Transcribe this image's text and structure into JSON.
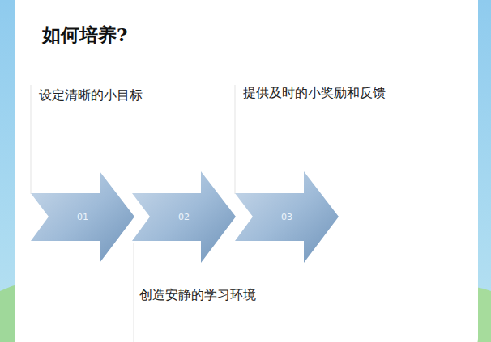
{
  "diagram": {
    "title": "如何培养?",
    "nodes": [
      {
        "text": [
          "01",
          "设定清晰的小目标"
        ]
      },
      {
        "text": [
          "02",
          "创造安静的学习环境"
        ]
      },
      {
        "text": [
          "03",
          "提供及时的小奖励和反馈"
        ]
      }
    ]
  }
}
